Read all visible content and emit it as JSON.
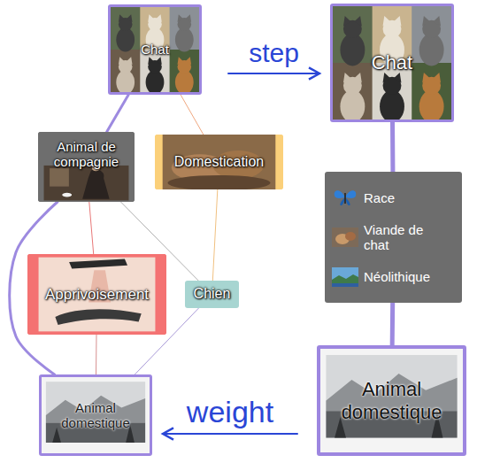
{
  "diagram": {
    "nodes": [
      {
        "text": [
          "Chat"
        ]
      },
      {
        "text": [
          "Animal de compagnie"
        ]
      },
      {
        "text": [
          "Domestication"
        ]
      },
      {
        "text": [
          "Apprivoisement"
        ]
      },
      {
        "text": [
          "Chien"
        ]
      },
      {
        "text": [
          "Animal domestique"
        ]
      },
      {
        "text": [
          "Chat"
        ]
      },
      {
        "text": [
          "Race",
          "Viande de chat",
          "Néolithique"
        ]
      },
      {
        "text": [
          "Animal domestique"
        ]
      }
    ],
    "edges": [
      {
        "from": 0,
        "to": 1,
        "arrow": "none"
      },
      {
        "from": 0,
        "to": 2,
        "arrow": "none"
      },
      {
        "from": 1,
        "to": 3,
        "arrow": "none"
      },
      {
        "from": 1,
        "to": 4,
        "arrow": "none"
      },
      {
        "from": 1,
        "to": 5,
        "arrow": "none"
      },
      {
        "from": 2,
        "to": 4,
        "arrow": "none"
      },
      {
        "from": 3,
        "to": 5,
        "arrow": "none"
      },
      {
        "from": 4,
        "to": 5,
        "arrow": "none"
      },
      {
        "from": 6,
        "to": 7,
        "arrow": "none"
      },
      {
        "from": 7,
        "to": 8,
        "arrow": "none"
      },
      {
        "from": 0,
        "to": 6,
        "label": "step",
        "arrow": "to"
      },
      {
        "from": 8,
        "to": 5,
        "label": "weight",
        "arrow": "to"
      }
    ]
  }
}
